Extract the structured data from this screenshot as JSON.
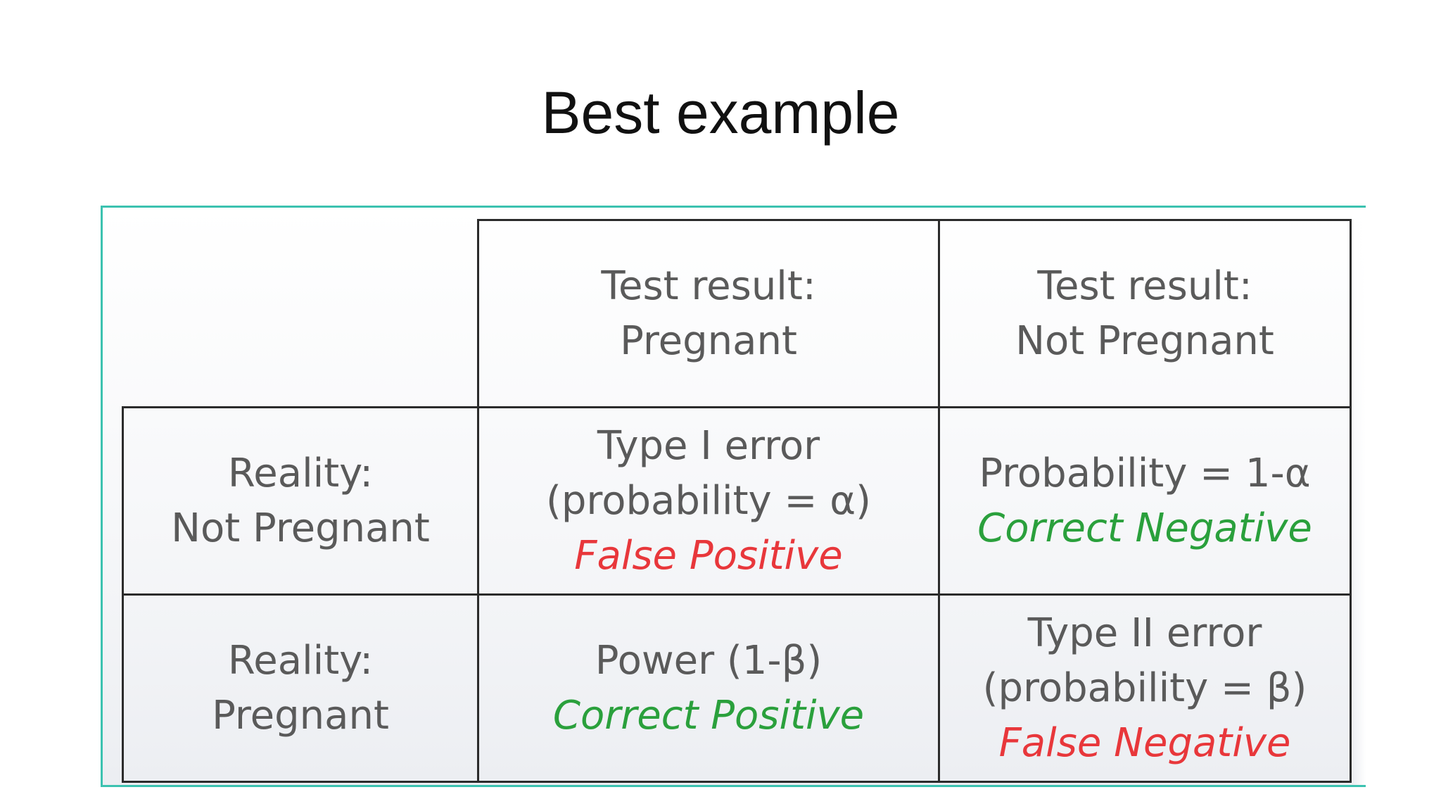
{
  "slide": {
    "title": "Best example"
  },
  "table": {
    "header": {
      "col1": [
        "Test result:",
        "Pregnant"
      ],
      "col2": [
        "Test result:",
        "Not Pregnant"
      ]
    },
    "rows": [
      {
        "label": [
          "Reality:",
          "Not Pregnant"
        ],
        "cell1": {
          "lines": [
            "Type I  error",
            "(probability = α)"
          ],
          "outcome": "False Positive",
          "outcome_color": "#e8373b"
        },
        "cell2": {
          "lines": [
            "Probability = 1-α"
          ],
          "outcome": "Correct Negative",
          "outcome_color": "#2aa03c"
        }
      },
      {
        "label": [
          "Reality:",
          "Pregnant"
        ],
        "cell1": {
          "lines": [
            "Power (1-β)"
          ],
          "outcome": "Correct Positive",
          "outcome_color": "#2aa03c"
        },
        "cell2": {
          "lines": [
            "Type II error",
            "(probability = β)"
          ],
          "outcome": "False Negative",
          "outcome_color": "#e8373b"
        }
      }
    ]
  },
  "colors": {
    "title_text": "#111111",
    "cell_text": "#5a5a5a",
    "error_red": "#e8373b",
    "correct_green": "#2aa03c",
    "frame_accent": "#3cc2b0"
  }
}
